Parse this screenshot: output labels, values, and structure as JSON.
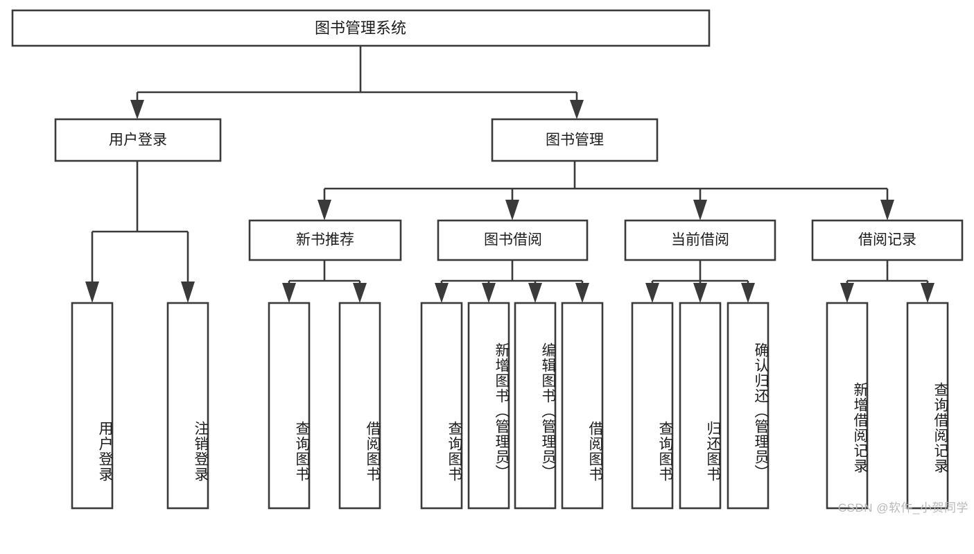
{
  "diagram": {
    "title": "图书管理系统",
    "watermark": "CSDN @软件_小贺同学",
    "colors": {
      "stroke": "#3a3a3a",
      "fill": "#ffffff",
      "text": "#1c1c1c",
      "watermark": "#b9b9b9",
      "background": "#ffffff"
    },
    "root": {
      "id": "root",
      "label": "图书管理系统",
      "orientation": "horizontal"
    },
    "level1": [
      {
        "id": "user-login",
        "label": "用户登录",
        "orientation": "horizontal"
      },
      {
        "id": "book-management",
        "label": "图书管理",
        "orientation": "horizontal"
      }
    ],
    "level2": [
      {
        "id": "new-book-recommend",
        "label": "新书推荐",
        "parent": "book-management",
        "orientation": "horizontal"
      },
      {
        "id": "book-borrow",
        "label": "图书借阅",
        "parent": "book-management",
        "orientation": "horizontal"
      },
      {
        "id": "current-borrow",
        "label": "当前借阅",
        "parent": "book-management",
        "orientation": "horizontal"
      },
      {
        "id": "borrow-record",
        "label": "借阅记录",
        "parent": "book-management",
        "orientation": "horizontal"
      }
    ],
    "leaves": [
      {
        "id": "leaf-user-login",
        "label": "用户登录",
        "parent": "user-login",
        "orientation": "vertical"
      },
      {
        "id": "leaf-logout-login",
        "label": "注销登录",
        "parent": "user-login",
        "orientation": "vertical"
      },
      {
        "id": "leaf-query-book-1",
        "label": "查询图书",
        "parent": "new-book-recommend",
        "orientation": "vertical"
      },
      {
        "id": "leaf-borrow-book-1",
        "label": "借阅图书",
        "parent": "new-book-recommend",
        "orientation": "vertical"
      },
      {
        "id": "leaf-query-book-2",
        "label": "查询图书",
        "parent": "book-borrow",
        "orientation": "vertical"
      },
      {
        "id": "leaf-add-book",
        "label": "新增图书（管理员）",
        "parent": "book-borrow",
        "orientation": "vertical"
      },
      {
        "id": "leaf-edit-book",
        "label": "编辑图书（管理员）",
        "parent": "book-borrow",
        "orientation": "vertical"
      },
      {
        "id": "leaf-borrow-book-2",
        "label": "借阅图书",
        "parent": "book-borrow",
        "orientation": "vertical"
      },
      {
        "id": "leaf-query-book-3",
        "label": "查询图书",
        "parent": "current-borrow",
        "orientation": "vertical"
      },
      {
        "id": "leaf-return-book",
        "label": "归还图书",
        "parent": "current-borrow",
        "orientation": "vertical"
      },
      {
        "id": "leaf-confirm-return",
        "label": "确认归还（管理员）",
        "parent": "current-borrow",
        "orientation": "vertical"
      },
      {
        "id": "leaf-add-record",
        "label": "新增借阅记录",
        "parent": "borrow-record",
        "orientation": "vertical"
      },
      {
        "id": "leaf-query-record",
        "label": "查询借阅记录",
        "parent": "borrow-record",
        "orientation": "vertical"
      }
    ]
  }
}
